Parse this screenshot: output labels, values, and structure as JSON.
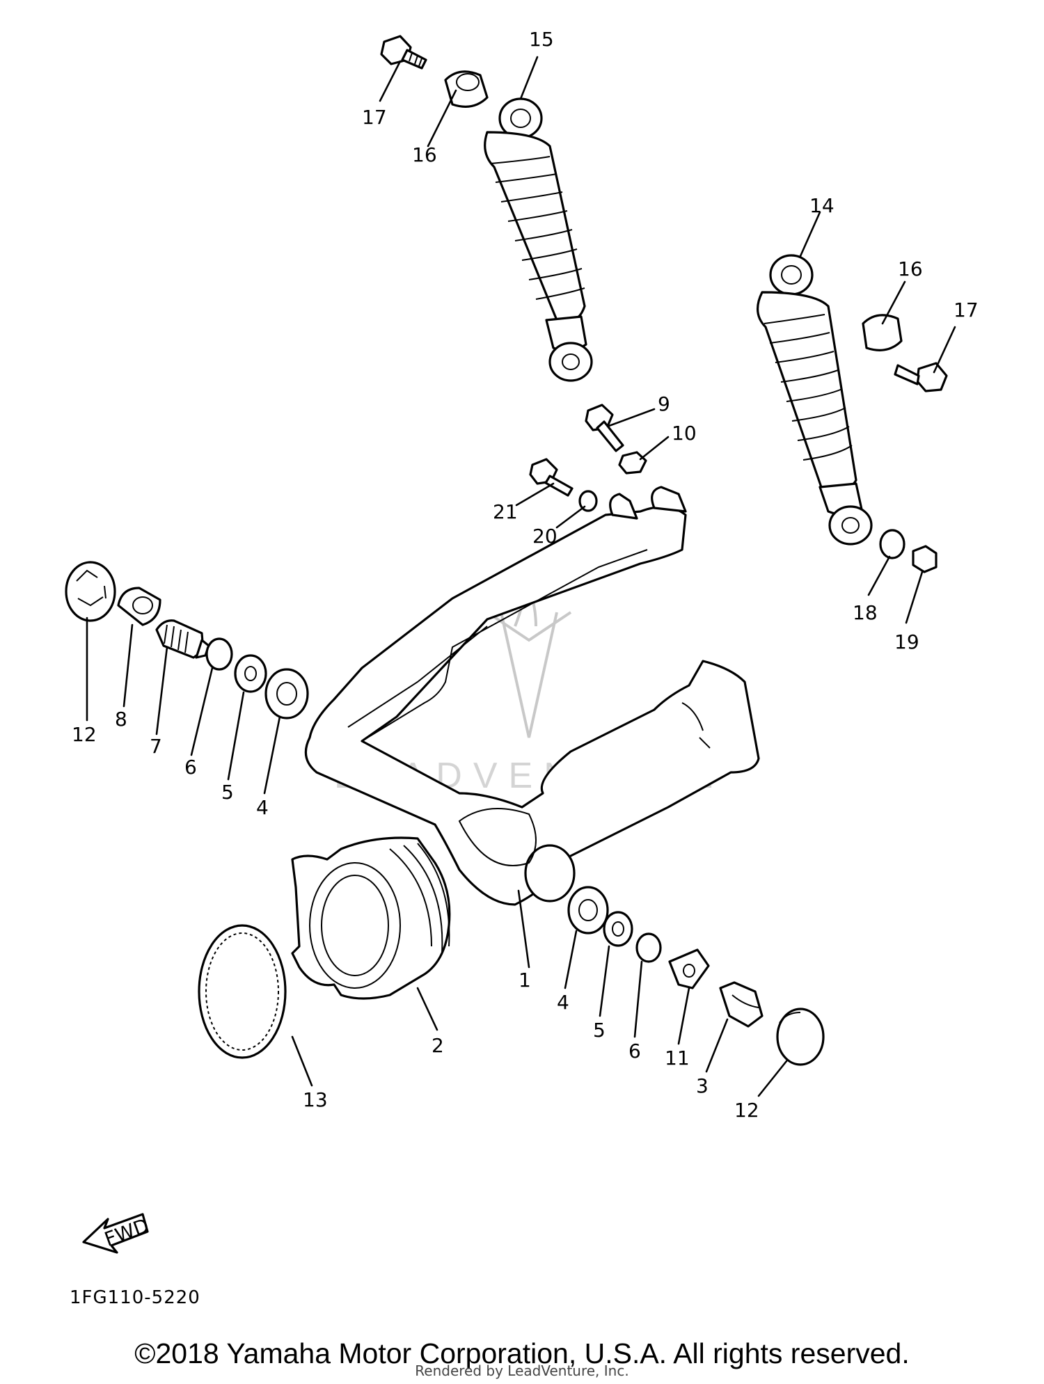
{
  "diagram": {
    "code": "1FG110-5220",
    "fwd_label": "FWD",
    "watermark_text": "LEADVENTURE",
    "copyright": "©2018 Yamaha Motor Corporation, U.S.A. All rights reserved.",
    "rendered_by": "Rendered by LeadVenture, Inc."
  },
  "callouts": [
    "1",
    "2",
    "3",
    "4",
    "4",
    "5",
    "5",
    "6",
    "6",
    "7",
    "8",
    "9",
    "10",
    "11",
    "12",
    "12",
    "13",
    "14",
    "15",
    "16",
    "16",
    "17",
    "17",
    "18",
    "19",
    "20",
    "21"
  ]
}
